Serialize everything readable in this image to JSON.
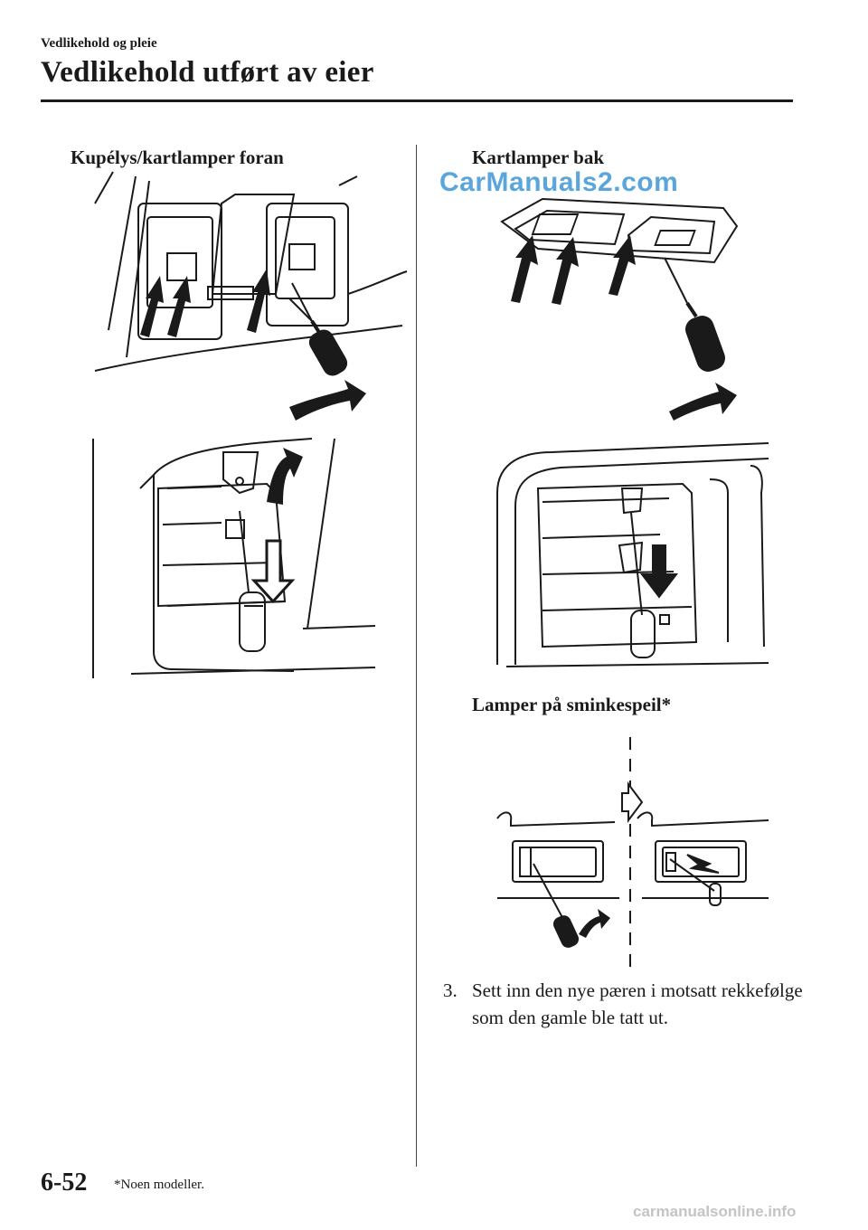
{
  "header": {
    "section": "Vedlikehold og pleie",
    "title": "Vedlikehold utført av eier"
  },
  "figures": {
    "left_caption": "Kupélys/kartlamper foran",
    "right_top_caption": "Kartlamper bak",
    "right_mid_caption": "Lamper på sminkespeil*"
  },
  "watermark": "CarManuals2.com",
  "step": {
    "number": "3.",
    "text": "Sett inn den nye pæren i motsatt rekkefølge som den gamle ble tatt ut."
  },
  "footer": {
    "page_number": "6-52",
    "footnote": "*Noen modeller.",
    "site_mark": "carmanualsonline.info"
  }
}
